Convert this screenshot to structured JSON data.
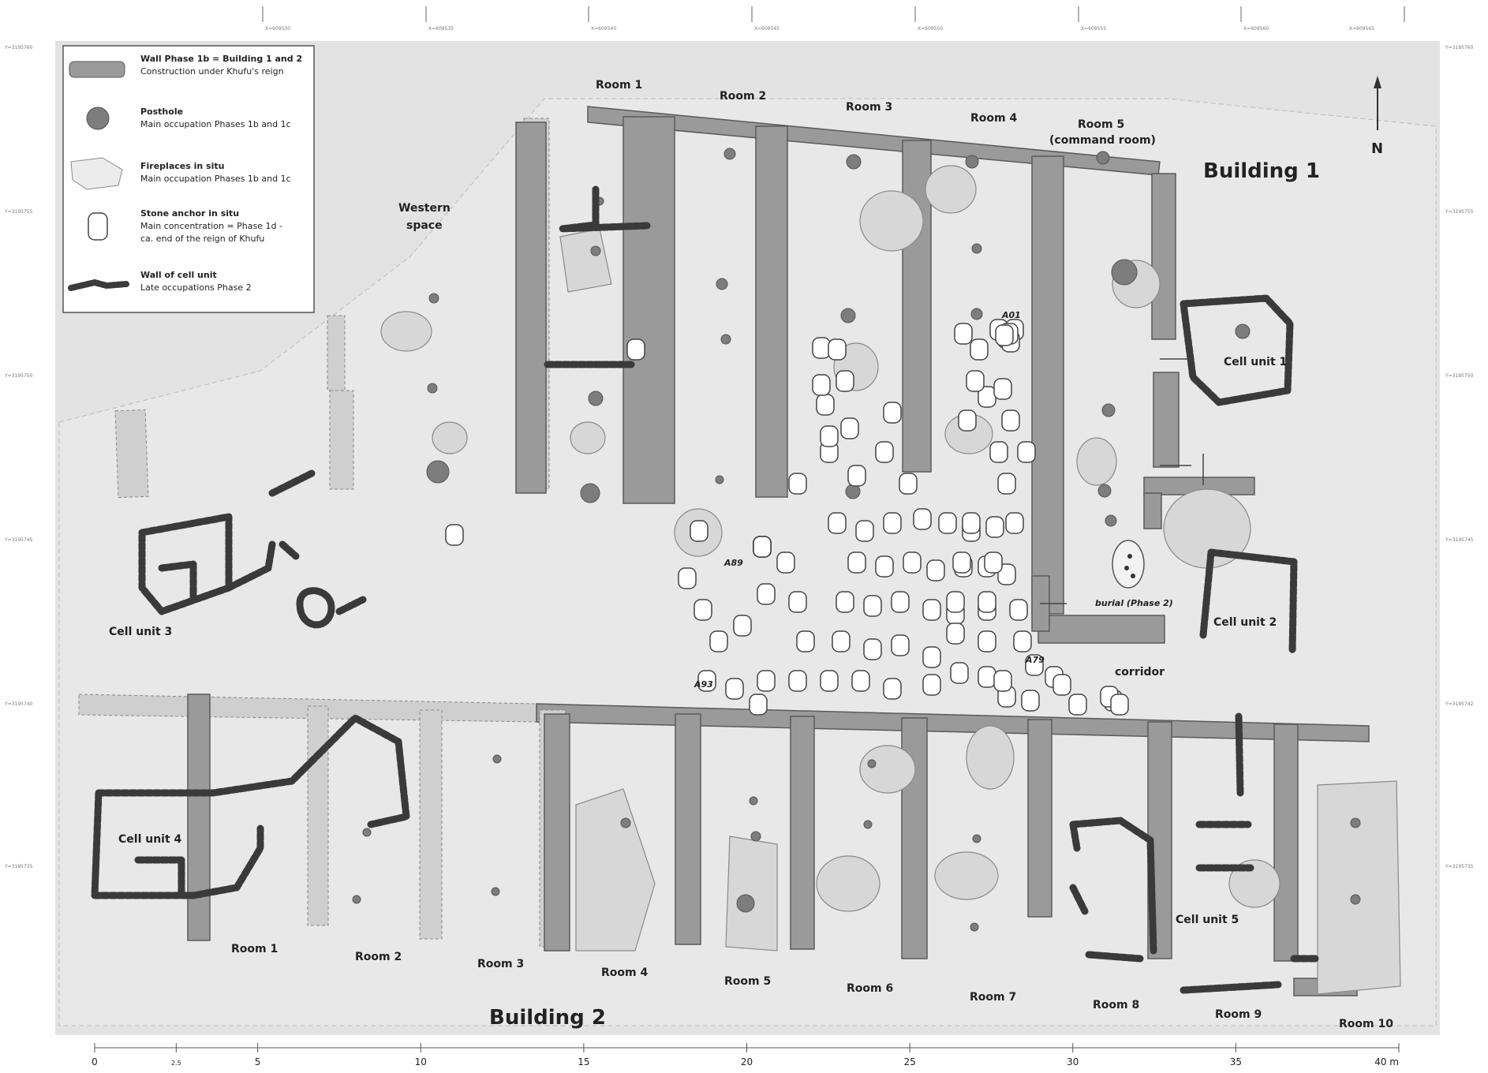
{
  "legend": {
    "items": [
      {
        "line1": "Wall Phase 1b = Building 1 and 2",
        "line2": "Construction under Khufu's reign",
        "icon": "wall-phase-icon"
      },
      {
        "line1": "Posthole",
        "line2": "Main occupation Phases 1b and 1c",
        "icon": "posthole-icon"
      },
      {
        "line1": "Fireplaces in situ",
        "line2": "Main occupation Phases 1b and 1c",
        "icon": "fireplace-icon"
      },
      {
        "line1": "Stone anchor in situ",
        "line2": "Main concentration = Phase 1d -",
        "line3": "ca. end of the reign of Khufu",
        "icon": "stone-anchor-icon"
      },
      {
        "line1": "Wall of cell unit",
        "line2": "Late occupations Phase 2",
        "icon": "cell-wall-icon"
      }
    ]
  },
  "north": {
    "label": "N"
  },
  "building1": {
    "title": "Building 1",
    "rooms": [
      "Room 1",
      "Room 2",
      "Room 3",
      "Room 4",
      "Room 5"
    ],
    "room5_sub": "(command room)"
  },
  "building2": {
    "title": "Building 2",
    "rooms": [
      "Room 1",
      "Room 2",
      "Room 3",
      "Room 4",
      "Room 5",
      "Room 6",
      "Room 7",
      "Room 8",
      "Room 9",
      "Room 10"
    ]
  },
  "labels": {
    "western_space_1": "Western",
    "western_space_2": "space",
    "cell_unit_1": "Cell unit 1",
    "cell_unit_2": "Cell unit 2",
    "cell_unit_3": "Cell unit 3",
    "cell_unit_4": "Cell unit 4",
    "cell_unit_5": "Cell unit 5",
    "corridor": "corridor",
    "burial": "burial (Phase 2)",
    "anchors": [
      "A01",
      "A89",
      "A93",
      "A79"
    ]
  },
  "scale": {
    "ticks": [
      "0",
      "2.5",
      "5",
      "10",
      "15",
      "20",
      "25",
      "30",
      "35",
      "40 m"
    ],
    "values_m": [
      0,
      2.5,
      5,
      10,
      15,
      20,
      25,
      30,
      35,
      40
    ]
  },
  "grid": {
    "top_coords": [
      "X=609530",
      "X=609535",
      "X=609540",
      "X=609545",
      "X=609550",
      "X=609555",
      "X=609560",
      "X=609565"
    ],
    "left_coords": [
      "Y=3195760",
      "Y=3195755",
      "Y=3195750",
      "Y=3195745",
      "Y=3195740",
      "Y=3195735"
    ],
    "right_coords": [
      "Y=3195760",
      "Y=3195755",
      "Y=3195750",
      "Y=3195745",
      "Y=3195742",
      "Y=3195735"
    ]
  },
  "colors": {
    "background": "#e3e3e3",
    "wall": "#9a9a9a",
    "cell_wall": "#3a3a3a",
    "posthole": "#7d7d7d"
  }
}
